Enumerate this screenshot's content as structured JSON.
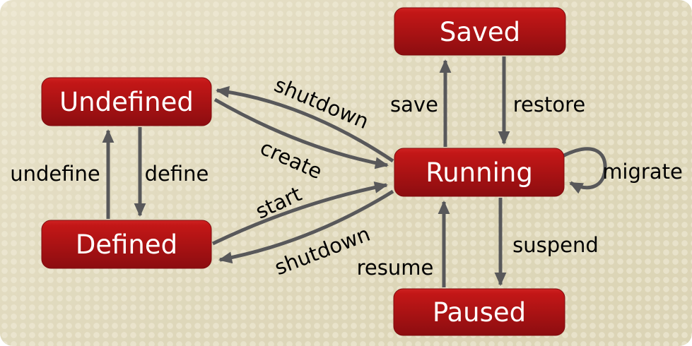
{
  "diagram": {
    "type": "state-machine",
    "states": [
      {
        "id": "undefined",
        "label": "Undefined"
      },
      {
        "id": "saved",
        "label": "Saved"
      },
      {
        "id": "running",
        "label": "Running"
      },
      {
        "id": "defined",
        "label": "Defined"
      },
      {
        "id": "paused",
        "label": "Paused"
      }
    ],
    "transitions": [
      {
        "label": "shutdown",
        "from": "running",
        "to": "undefined"
      },
      {
        "label": "create",
        "from": "undefined",
        "to": "running"
      },
      {
        "label": "undefine",
        "from": "defined",
        "to": "undefined"
      },
      {
        "label": "define",
        "from": "undefined",
        "to": "defined"
      },
      {
        "label": "save",
        "from": "running",
        "to": "saved"
      },
      {
        "label": "restore",
        "from": "saved",
        "to": "running"
      },
      {
        "label": "migrate",
        "from": "running",
        "to": "running"
      },
      {
        "label": "start",
        "from": "defined",
        "to": "running"
      },
      {
        "label": "shutdown",
        "from": "running",
        "to": "defined"
      },
      {
        "label": "suspend",
        "from": "running",
        "to": "paused"
      },
      {
        "label": "resume",
        "from": "paused",
        "to": "running"
      }
    ],
    "colors": {
      "state_fill_top": "#cf2222",
      "state_fill_bottom": "#8c0d10",
      "state_text": "#ffffff",
      "arrow": "#58585a",
      "edge_label_text": "#000000",
      "canvas_background": "#ddd6b8",
      "canvas_dots": "#ece6d0"
    }
  }
}
